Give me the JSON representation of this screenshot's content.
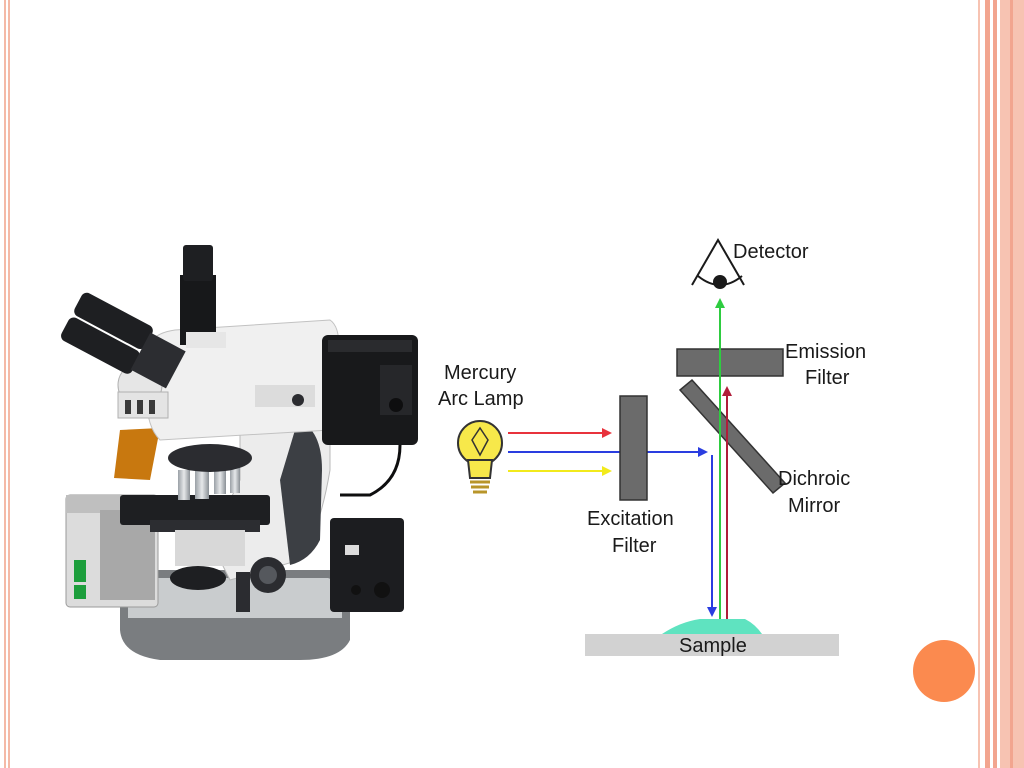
{
  "diagram": {
    "labels": {
      "detector": "Detector",
      "emission_filter_1": "Emission",
      "emission_filter_2": "Filter",
      "mercury_1": "Mercury",
      "mercury_2": "Arc Lamp",
      "dichroic_1": "Dichroic",
      "dichroic_2": "Mirror",
      "excitation_1": "Excitation",
      "excitation_2": "Filter",
      "sample": "Sample"
    },
    "colors": {
      "red_light": "#e8323c",
      "blue_light": "#2a3de0",
      "yellow_light": "#f2ea1c",
      "green_light": "#2ecc40",
      "dark_red_light": "#b01d3a",
      "filter_gray": "#6b6b6b",
      "sample_surface": "#d2d2d2",
      "sample_specimen": "#5fe3c0",
      "accent_orange": "#fb8a4f"
    }
  }
}
